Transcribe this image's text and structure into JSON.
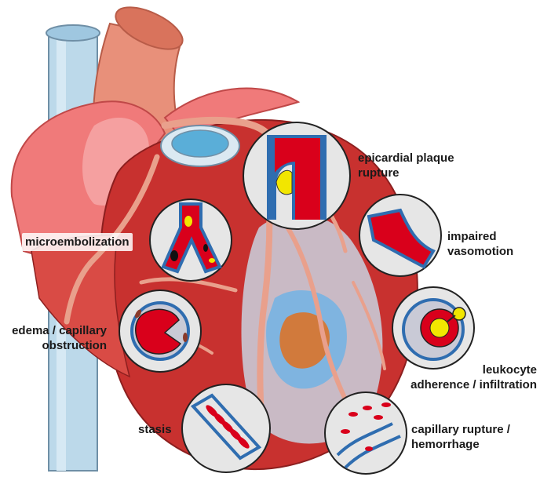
{
  "labels": {
    "epicardial_plaque_rupture": [
      "epicardial plaque",
      "rupture"
    ],
    "impaired_vasomotion": [
      "impaired",
      "vasomotion"
    ],
    "microembolization": "microembolization",
    "edema_capillary_obstruction": [
      "edema / capillary",
      "obstruction"
    ],
    "leukocyte_adherence": [
      "leukocyte",
      "adherence / infiltration"
    ],
    "stasis": "stasis",
    "capillary_rupture": [
      "capillary rupture /",
      "hemorrhage"
    ]
  },
  "colors": {
    "myocardium": "#c8312f",
    "myocardium_dark": "#a82525",
    "atrium": "#f07a7a",
    "aorta": "#e8907a",
    "vena_cava": "#bcd9ea",
    "coronary": "#e9a08c",
    "ischemic_zone": "#c9cad6",
    "edema_zone": "#7fb4e0",
    "infarct_core": "#d17a3c",
    "vessel_wall": "#2f6db0",
    "blood": "#d9001b",
    "plaque": "#f2e600",
    "inset_bg": "#e6e6e6"
  }
}
